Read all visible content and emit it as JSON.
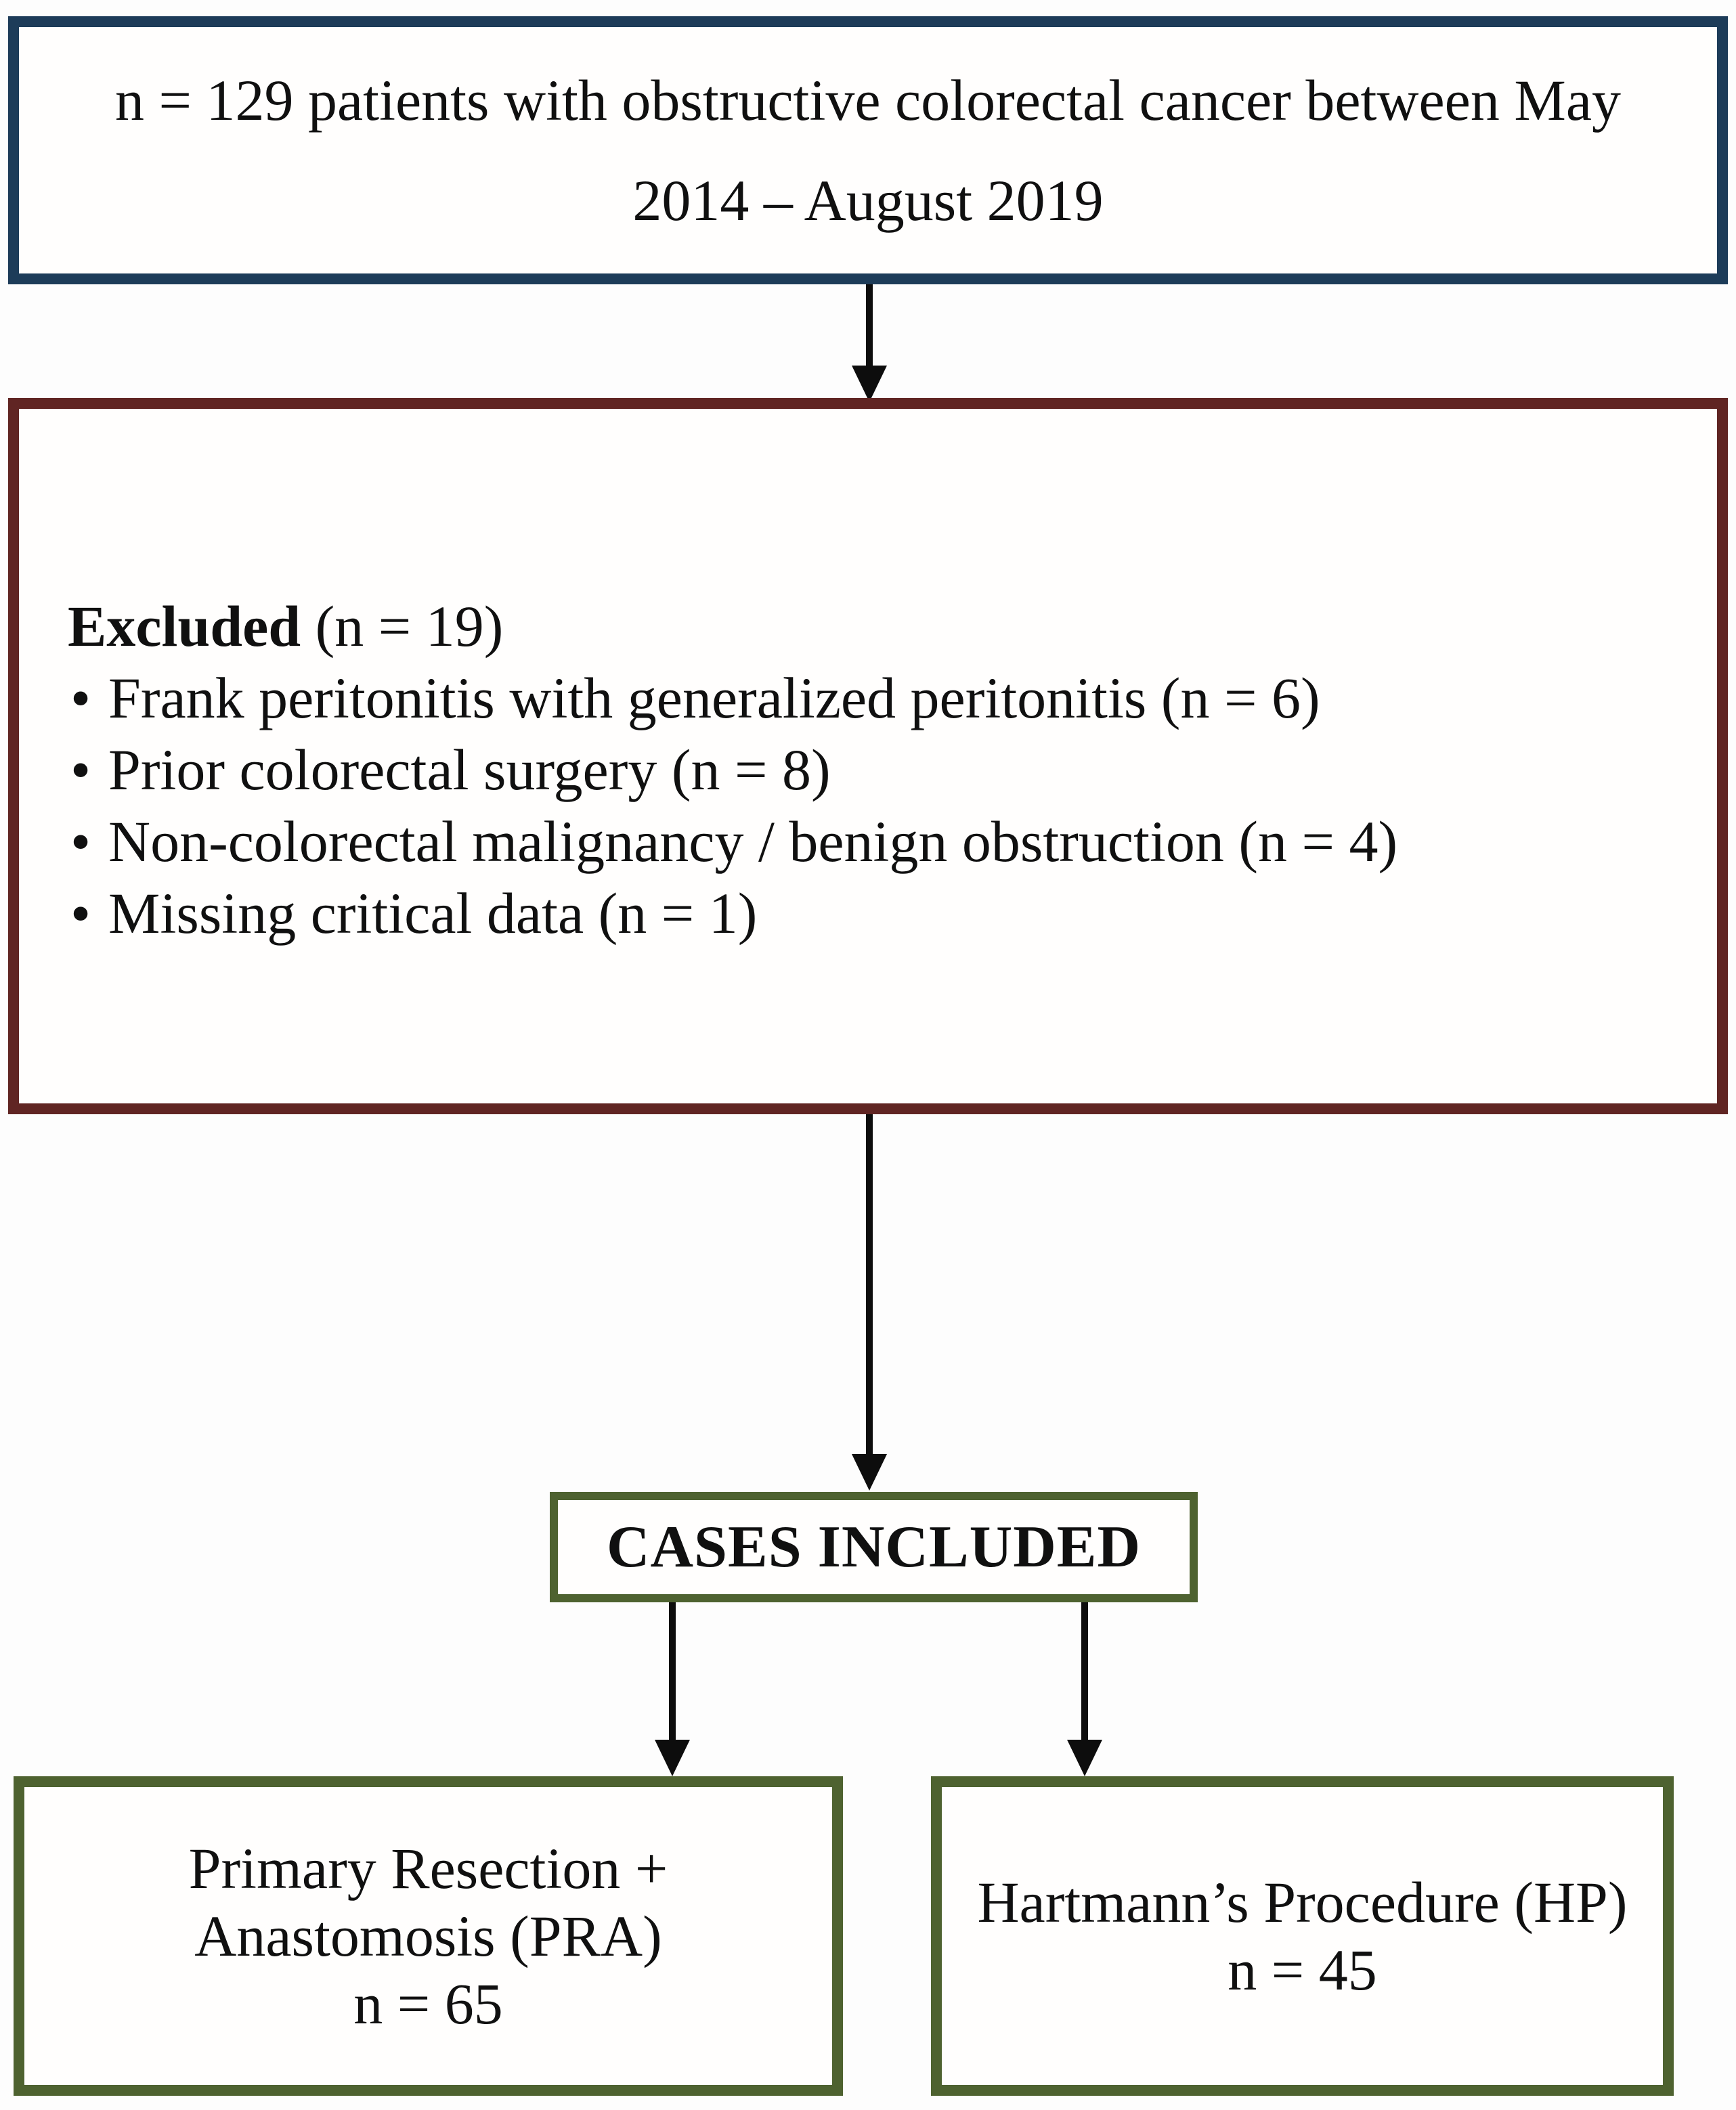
{
  "diagram": {
    "colors": {
      "top_border": "#1d3c59",
      "excluded_border": "#602523",
      "included_border": "#4e6230",
      "arrow": "#0d0d0d"
    },
    "top_box": {
      "line1": "n = 129 patients with obstructive colorectal cancer between May",
      "line2": "2014 – August 2019"
    },
    "excluded_box": {
      "heading_bold": "Excluded",
      "heading_rest": " (n = 19)",
      "bullets": [
        "Frank peritonitis with generalized peritonitis (n = 6)",
        "Prior colorectal surgery (n = 8)",
        "Non-colorectal malignancy / benign obstruction (n = 4)",
        "Missing critical data (n = 1)"
      ]
    },
    "cases_box": {
      "label": "CASES INCLUDED"
    },
    "pra_box": {
      "line1": "Primary Resection +",
      "line2": "Anastomosis (PRA)",
      "line3": "n = 65"
    },
    "hp_box": {
      "line1": "Hartmann’s Procedure (HP)",
      "line2": "n = 45"
    }
  }
}
